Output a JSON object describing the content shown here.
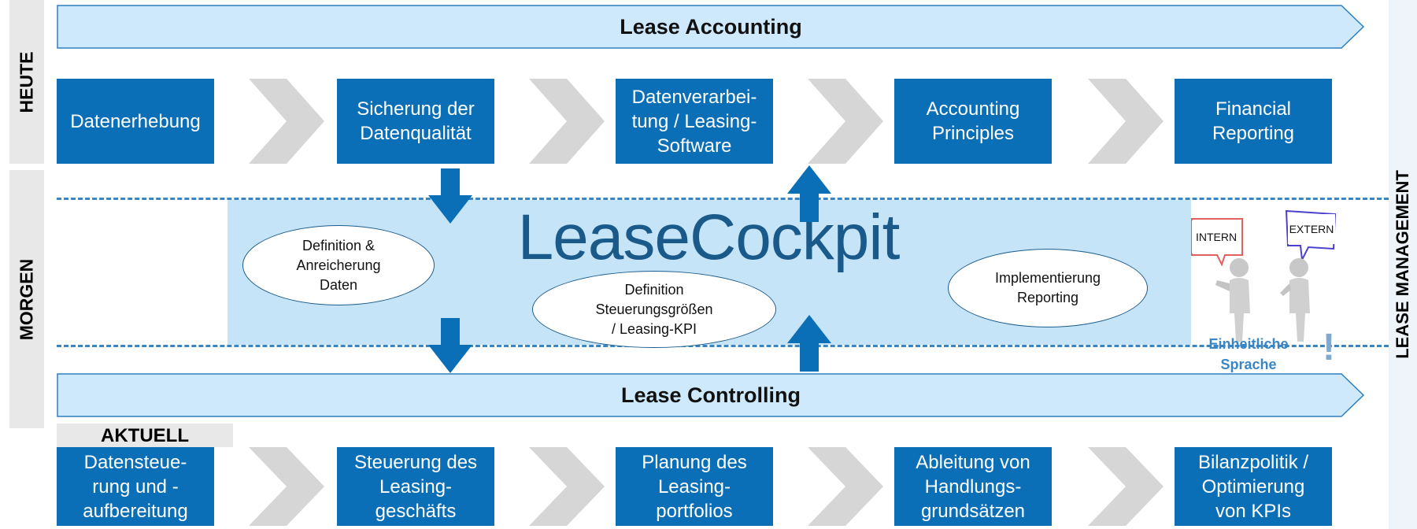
{
  "side_labels": {
    "heute": "HEUTE",
    "morgen": "MORGEN",
    "right": "LEASE MANAGEMENT"
  },
  "banners": {
    "top": "Lease Accounting",
    "bottom": "Lease Controlling"
  },
  "top_boxes": [
    "Datenerhebung",
    "Sicherung der\nDatenqualität",
    "Datenverarbei-\ntung / Leasing-\nSoftware",
    "Accounting\nPrinciples",
    "Financial\nReporting"
  ],
  "bottom_boxes": [
    "Datensteue-\nrung und -\naufbereitung",
    "Steuerung des\nLeasing-\ngeschäfts",
    "Planung des\nLeasing-\nportfolios",
    "Ableitung von\nHandlungs-\ngrundsätzen",
    "Bilanzpolitik /\nOptimierung\nvon KPIs"
  ],
  "center": {
    "title": "LeaseCockpit",
    "ellipse_1": "Definition &\nAnreicherung\nDaten",
    "ellipse_2": "Definition\nSteuerungsgrößen\n/ Leasing-KPI",
    "ellipse_3": "Implementierung\nReporting"
  },
  "bubbles": {
    "intern": "INTERN",
    "extern": "EXTERN"
  },
  "einheitliche_sprache": "Einheitliche\nSprache",
  "exclamation": "!",
  "aktuell": "AKTUELL",
  "colors": {
    "box_blue": "#0b6fb8",
    "banner_fill": "#cde9fb",
    "banner_stroke": "#2f7fc0",
    "lease_cockpit_bg": "#c6e4f8",
    "chevron_gray": "#d6d6d6",
    "title_blue": "#1a5a8a"
  }
}
